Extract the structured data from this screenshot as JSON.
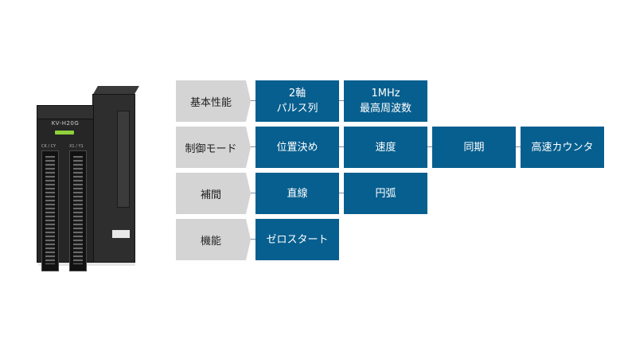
{
  "product": {
    "model_label": "KV-H20G",
    "port_left": "CK / CY",
    "port_right": "X1 / Y1"
  },
  "rows": [
    {
      "label": "基本性能",
      "cells": [
        [
          "2軸",
          "パルス列"
        ],
        [
          "1MHz",
          "最高周波数"
        ]
      ]
    },
    {
      "label": "制御モード",
      "cells": [
        [
          "位置決め"
        ],
        [
          "速度"
        ],
        [
          "同期"
        ],
        [
          "高速カウンタ"
        ]
      ]
    },
    {
      "label": "補間",
      "cells": [
        [
          "直線"
        ],
        [
          "円弧"
        ]
      ]
    },
    {
      "label": "機能",
      "cells": [
        [
          "ゼロスタート"
        ]
      ]
    }
  ],
  "colors": {
    "label_bg": "#d4d4d4",
    "cell_bg": "#075f8f",
    "led": "#8fd13a"
  }
}
